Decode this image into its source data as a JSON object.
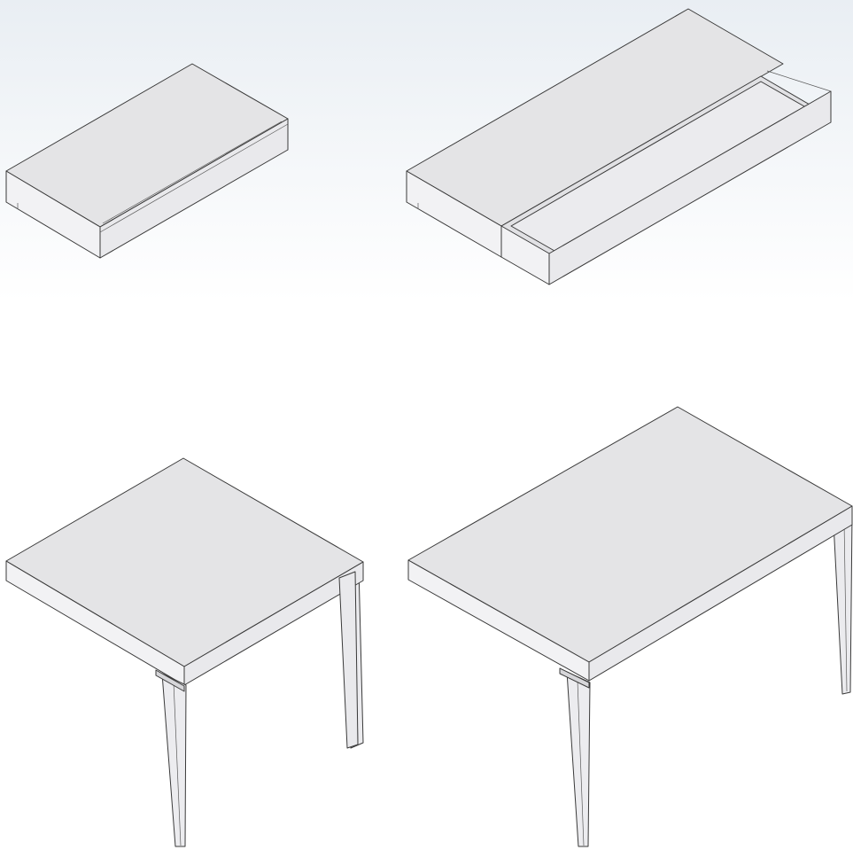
{
  "illustration": {
    "subject": "",
    "figures": [
      {
        "id": "folded-table",
        "state": "folded"
      },
      {
        "id": "extended-table",
        "state": "extended"
      },
      {
        "id": "small-table",
        "state": "open"
      },
      {
        "id": "large-table",
        "state": "open"
      }
    ],
    "colors": {
      "gradient_top": "#e9eef3",
      "gradient_bottom": "#ffffff",
      "surface_top": "#e4e4e6",
      "surface_side": "#f0f0f2",
      "surface_dark": "#d6d6d9",
      "line": "#3a3a3a"
    }
  }
}
